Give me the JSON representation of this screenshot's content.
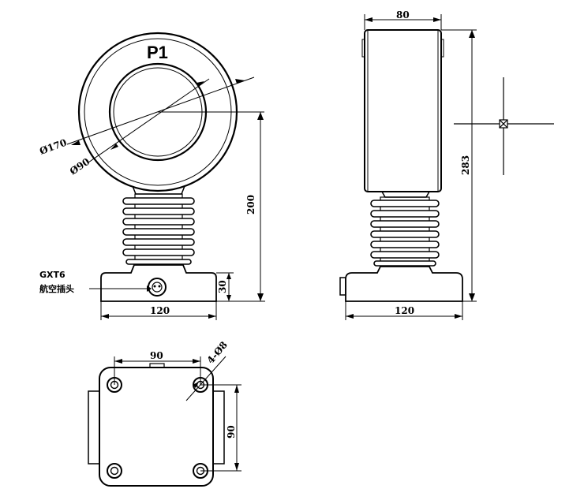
{
  "front_view": {
    "title": "P1",
    "outer_diameter": "Ø170",
    "inner_diameter": "Ø90",
    "height_dim": "200",
    "base_height_dim": "30",
    "width_dim": "120",
    "terminal_label_line1": "GXT6",
    "terminal_label_line2": "航空插头"
  },
  "side_view": {
    "top_width_dim": "80",
    "height_dim": "283",
    "width_dim": "120"
  },
  "bottom_view": {
    "hole_spacing_x": "90",
    "hole_spacing_y": "90",
    "hole_dim": "4-Ø8"
  }
}
